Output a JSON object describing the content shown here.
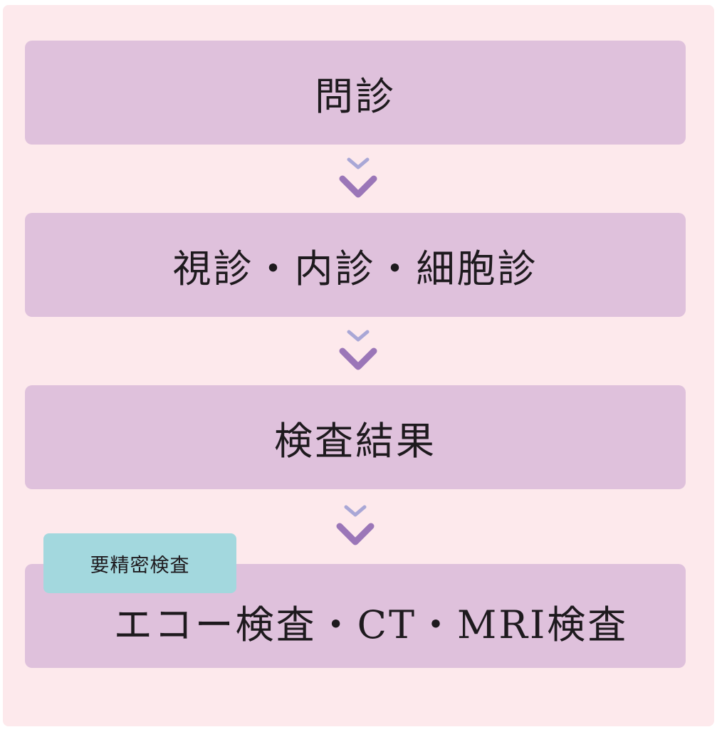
{
  "flow": {
    "steps": [
      {
        "label": "問診"
      },
      {
        "label": "視診・内診・細胞診"
      },
      {
        "label": "検査結果"
      },
      {
        "label": "エコー検査・CT・MRI検査",
        "badge": "要精密検査"
      }
    ]
  },
  "colors": {
    "panel_background": "#fde9ec",
    "step_box": "#dfc1dc",
    "badge": "#a3d8de",
    "arrow_light": "#a9a7d6",
    "arrow_dark": "#9b76b8"
  },
  "icons": {
    "arrow": "double-chevron-down-icon"
  }
}
